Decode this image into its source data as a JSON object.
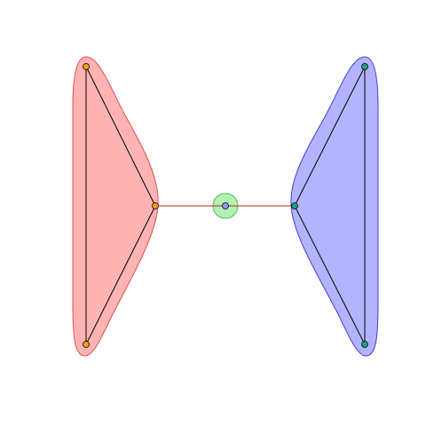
{
  "graph": {
    "groups": [
      {
        "id": "A",
        "fill": "#ffb3b3",
        "stroke": "#e05050"
      },
      {
        "id": "B",
        "fill": "#b3b3ff",
        "stroke": "#4040d0"
      },
      {
        "id": "C",
        "fill": "#b3f0b3",
        "stroke": "#50c050"
      }
    ],
    "nodes": [
      {
        "id": "a1",
        "group": "A",
        "color": "#f0a020"
      },
      {
        "id": "a2",
        "group": "A",
        "color": "#f0a020"
      },
      {
        "id": "a3",
        "group": "A",
        "color": "#f0a020"
      },
      {
        "id": "c1",
        "group": "C",
        "color": "#80a0f0"
      },
      {
        "id": "b1",
        "group": "B",
        "color": "#20a080"
      },
      {
        "id": "b2",
        "group": "B",
        "color": "#20a080"
      },
      {
        "id": "b3",
        "group": "B",
        "color": "#20a080"
      }
    ],
    "edges": [
      {
        "from": "a1",
        "to": "a2",
        "color": "#000000"
      },
      {
        "from": "a1",
        "to": "a3",
        "color": "#000000"
      },
      {
        "from": "a3",
        "to": "a2",
        "color": "#000000"
      },
      {
        "from": "a3",
        "to": "b1",
        "color": "#cc2222"
      },
      {
        "from": "b1",
        "to": "b2",
        "color": "#000000"
      },
      {
        "from": "b1",
        "to": "b3",
        "color": "#000000"
      },
      {
        "from": "b2",
        "to": "b3",
        "color": "#000000"
      }
    ]
  }
}
